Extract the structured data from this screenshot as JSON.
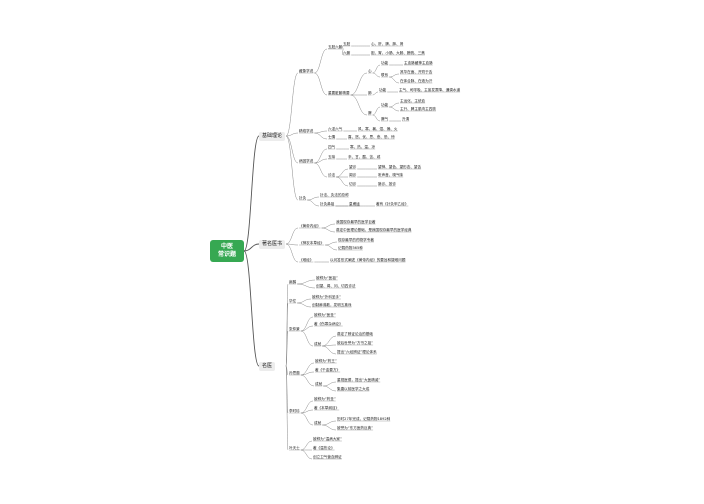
{
  "root": {
    "line1": "中医",
    "line2": "常识题"
  },
  "branches": [
    {
      "key": "jichu",
      "label": "基础理论"
    },
    {
      "key": "zhuzhu",
      "label": "著名医书"
    },
    {
      "key": "mingyi",
      "label": "名医"
    }
  ],
  "nodes": [
    {
      "id": "zangxiang",
      "text": "藏象学说"
    },
    {
      "id": "wuzang",
      "text": "五脏六腑"
    },
    {
      "id": "wuzang_a",
      "text": "五脏"
    },
    {
      "id": "wuzang_a1",
      "text": "心、肝、脾、肺、肾"
    },
    {
      "id": "liufu",
      "text": "六腑"
    },
    {
      "id": "liufu1",
      "text": "胆、胃、小肠、大肠、膀胱、三焦"
    },
    {
      "id": "zangfu",
      "text": "重要脏腑精要"
    },
    {
      "id": "xin",
      "text": "心"
    },
    {
      "id": "xin1",
      "text": "功能"
    },
    {
      "id": "xin1a",
      "text": "主血脉藏神主血脉"
    },
    {
      "id": "xin2",
      "text": "联系"
    },
    {
      "id": "xin2a",
      "text": "其华在面、开窍于舌"
    },
    {
      "id": "xin2b",
      "text": "在体合脉、在液为汗"
    },
    {
      "id": "fei",
      "text": "肺"
    },
    {
      "id": "fei1",
      "text": "功能"
    },
    {
      "id": "fei1a",
      "text": "主气、司呼吸、主宣发肃降、通调水道"
    },
    {
      "id": "pi",
      "text": "脾"
    },
    {
      "id": "pi1",
      "text": "功能"
    },
    {
      "id": "pi1a",
      "text": "主运化、主统血"
    },
    {
      "id": "pi1b",
      "text": "主升、脾主肌肉主四肢"
    },
    {
      "id": "pi2",
      "text": "脾气"
    },
    {
      "id": "pi2a",
      "text": "升清"
    },
    {
      "id": "jingluo",
      "text": "精络学说"
    },
    {
      "id": "liuqi",
      "text": "六淫六气"
    },
    {
      "id": "liuqi1",
      "text": "风、寒、暑、湿、燥、火"
    },
    {
      "id": "qiqing",
      "text": "七情"
    },
    {
      "id": "qiqing1",
      "text": "喜、怒、忧、思、悲、恐、惊"
    },
    {
      "id": "bingyin",
      "text": "病因学说"
    },
    {
      "id": "siqi",
      "text": "四气"
    },
    {
      "id": "siqi1",
      "text": "寒、热、温、凉"
    },
    {
      "id": "wuwei",
      "text": "五味"
    },
    {
      "id": "wuwei1",
      "text": "辛、甘、酸、苦、咸"
    },
    {
      "id": "zhenfa",
      "text": "诊法"
    },
    {
      "id": "wang",
      "text": "望诊"
    },
    {
      "id": "wang1",
      "text": "望神、望色、望形态、望舌"
    },
    {
      "id": "wen",
      "text": "闻诊"
    },
    {
      "id": "wen1",
      "text": "听声音、嗅气味"
    },
    {
      "id": "qie",
      "text": "切诊"
    },
    {
      "id": "qie1",
      "text": "脉诊、按诊"
    },
    {
      "id": "zhenjiu",
      "text": "针灸"
    },
    {
      "id": "zhenjiu1",
      "text": "针法、灸法的总称"
    },
    {
      "id": "zhenjiu2",
      "text": "针灸鼻祖"
    },
    {
      "id": "zhenjiu2a",
      "text": "皇甫谧"
    },
    {
      "id": "zhenjiu2b",
      "text": "著有《针灸甲乙经》"
    },
    {
      "id": "huangdi",
      "text": "《黄帝内经》"
    },
    {
      "id": "huangdi1",
      "text": "我国现存最早的医学巨著"
    },
    {
      "id": "huangdi2",
      "text": "奠定中医理论基础，是我国现存最早的医学经典"
    },
    {
      "id": "shennong",
      "text": "《神农本草经》"
    },
    {
      "id": "shennong1",
      "text": "现存最早的药物学专著"
    },
    {
      "id": "shennong2",
      "text": "记载药物365种"
    },
    {
      "id": "nanjing",
      "text": "《难经》"
    },
    {
      "id": "nanjing1",
      "text": "以问答形式阐述《黄帝内经》的要旨和疑难问题"
    },
    {
      "id": "bianque",
      "text": "扁鹊"
    },
    {
      "id": "bianque1",
      "text": "被称为“医祖”"
    },
    {
      "id": "bianque2",
      "text": "创望、闻、问、切四诊法"
    },
    {
      "id": "huatuo",
      "text": "华佗"
    },
    {
      "id": "huatuo1",
      "text": "被称为“外科圣手”"
    },
    {
      "id": "huatuo2",
      "text": "创制麻沸散，发明五禽戏"
    },
    {
      "id": "zhangzj",
      "text": "张仲景"
    },
    {
      "id": "zhangzj1",
      "text": "被称为“医圣”"
    },
    {
      "id": "zhangzj2",
      "text": "著《伤寒杂病论》"
    },
    {
      "id": "zhangzj3",
      "text": "成就"
    },
    {
      "id": "zhangzj3a",
      "text": "奠定了辨证论治的基础"
    },
    {
      "id": "zhangzj3b",
      "text": "被后世誉为“方书之祖”"
    },
    {
      "id": "zhangzj3c",
      "text": "提出“六经辨证”理论体系"
    },
    {
      "id": "sunsm",
      "text": "孙思邈"
    },
    {
      "id": "sunsm1",
      "text": "被称为“药王”"
    },
    {
      "id": "sunsm2",
      "text": "著《千金要方》"
    },
    {
      "id": "sunsm3",
      "text": "成就"
    },
    {
      "id": "sunsm3a",
      "text": "重视医德，提出“大医精诚”"
    },
    {
      "id": "sunsm3b",
      "text": "集唐以前医学之大成"
    },
    {
      "id": "lisz",
      "text": "李时珍"
    },
    {
      "id": "lisz1",
      "text": "被称为“药圣”"
    },
    {
      "id": "lisz2",
      "text": "著《本草纲目》"
    },
    {
      "id": "lisz3",
      "text": "成就"
    },
    {
      "id": "lisz3a",
      "text": "历时27年完成，记载药物1892种"
    },
    {
      "id": "lisz3b",
      "text": "被誉为“东方医药巨典”"
    },
    {
      "id": "yetian",
      "text": "叶天士"
    },
    {
      "id": "yetian1",
      "text": "被称为“温病大家”"
    },
    {
      "id": "yetian2",
      "text": "著《温热论》"
    },
    {
      "id": "yetian3",
      "text": "创立卫气营血辨证"
    }
  ]
}
